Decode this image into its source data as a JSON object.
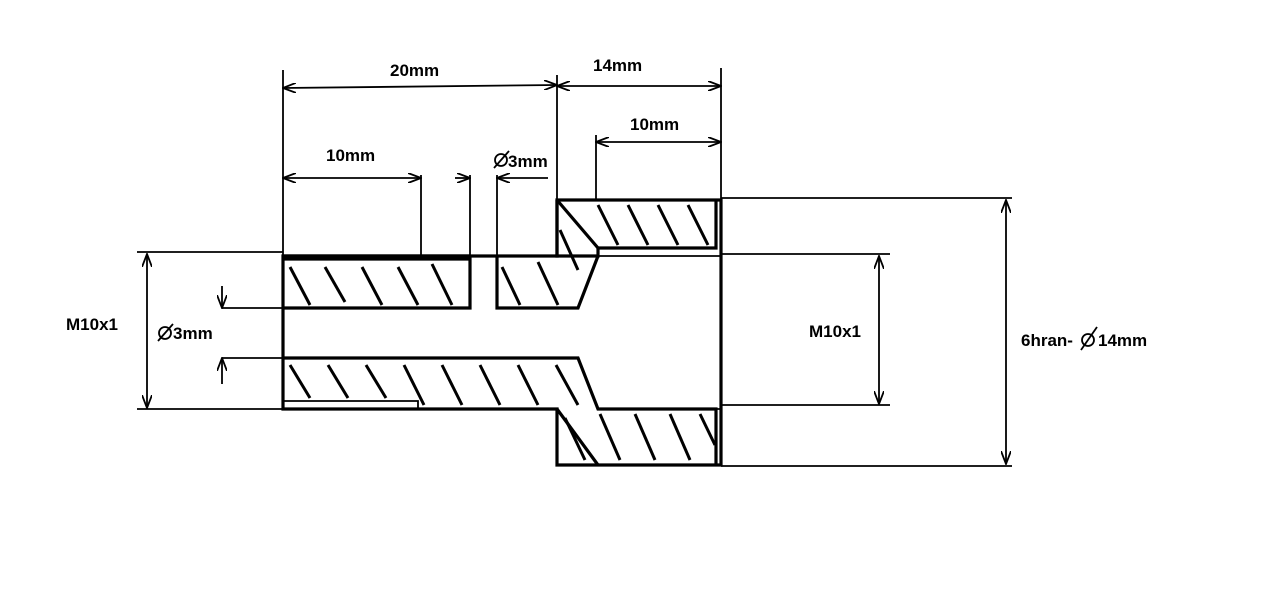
{
  "dimensions": {
    "length_left": "20mm",
    "length_right": "14mm",
    "thread_depth_right": "10mm",
    "thread_depth_left": "10mm",
    "cross_hole": "3mm",
    "bore_left": "3mm",
    "thread_left": "M10x1",
    "thread_right": "M10x1",
    "hex_size": "6hran-",
    "hex_diameter": "14mm"
  },
  "colors": {
    "line": "#000000",
    "background": "#ffffff"
  }
}
